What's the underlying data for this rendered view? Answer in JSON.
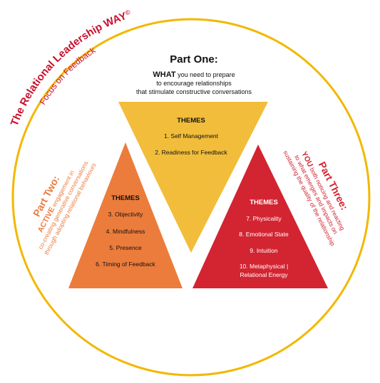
{
  "brand": {
    "title": "The Relational Leadership WAY",
    "copyright_mark": "©",
    "subtitle": "Focus on Feedback"
  },
  "part_one": {
    "heading": "Part One:",
    "lead_word": "WHAT",
    "line1_rest": " you need to prepare",
    "line2": "to encourage relationships",
    "line3": "that stimulate constructive conversations",
    "themes_label": "THEMES",
    "themes": [
      "1. Self Management",
      "2. Readiness for Feedback"
    ]
  },
  "part_two": {
    "heading": "Part Two:",
    "lead_word": "ACTIVE",
    "line1_rest": " engagement in",
    "line2": "co-creating generative conversations",
    "line3": "through adopting relational behaviours",
    "themes_label": "THEMES",
    "themes": [
      "3. Objectivity",
      "4. Mindfulness",
      "5. Presence",
      "6. Timing of Feedback"
    ]
  },
  "part_three": {
    "heading": "Part Three:",
    "lead_word": "YOU",
    "line1_rest": " both noticing and reacting",
    "line2": "to what emerges and impacts on",
    "line3": "sustaining the quality of the relationship",
    "themes_label": "THEMES",
    "themes": [
      "7. Physicality",
      "8. Emotional State",
      "9. Intuition",
      "10. Metaphysical |",
      "Relational Energy"
    ]
  },
  "colors": {
    "ring": "#f2b800",
    "brand_red": "#c8102e",
    "part_one_yellow": "#f2bd3a",
    "part_two_orange": "#ec7c3c",
    "part_three_red": "#d32431",
    "text_dark": "#111111"
  }
}
